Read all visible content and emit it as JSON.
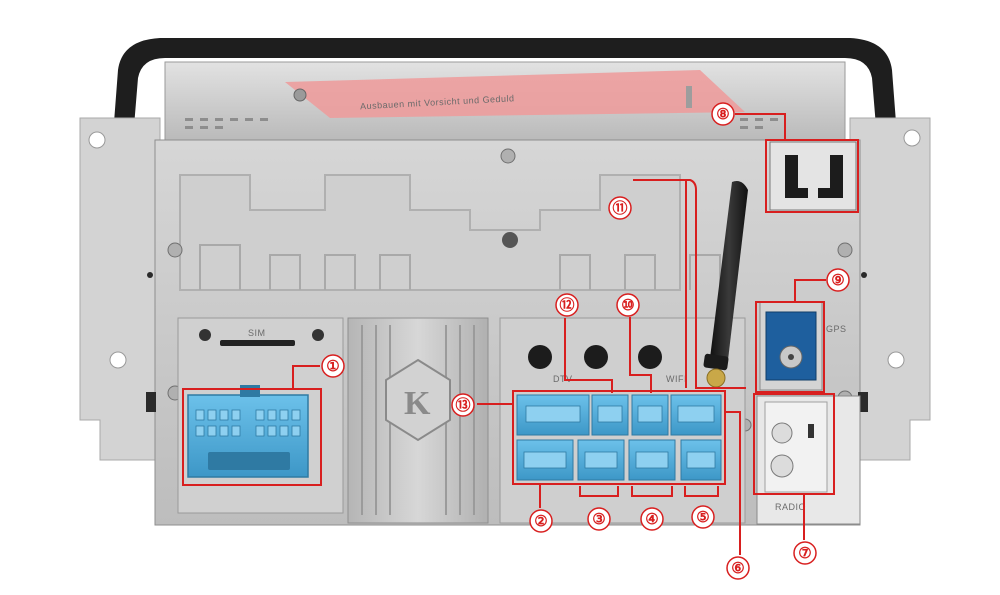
{
  "unit": {
    "sim_label": "SIM",
    "dtv_label": "DTV",
    "wifi_label": "WIFI",
    "gps_label": "GPS",
    "radio_label": "RADIO",
    "logo_letter": "K",
    "sticker_text": "Ausbauen mit Vorsicht und Geduld"
  },
  "callouts": [
    {
      "id": "c1",
      "label": "①"
    },
    {
      "id": "c2",
      "label": "②"
    },
    {
      "id": "c3",
      "label": "③"
    },
    {
      "id": "c4",
      "label": "④"
    },
    {
      "id": "c5",
      "label": "⑤"
    },
    {
      "id": "c6",
      "label": "⑥"
    },
    {
      "id": "c7",
      "label": "⑦"
    },
    {
      "id": "c8",
      "label": "⑧"
    },
    {
      "id": "c9",
      "label": "⑨"
    },
    {
      "id": "c10",
      "label": "⑩"
    },
    {
      "id": "c11",
      "label": "⑪"
    },
    {
      "id": "c12",
      "label": "⑫"
    },
    {
      "id": "c13",
      "label": "⑬"
    }
  ],
  "colors": {
    "callout": "#d81f1f",
    "connector": "#4da9d8",
    "chassis": "#c9c9c9",
    "frame": "#1e1e1e",
    "fakra_blue": "#1e5f9e",
    "antenna": "#1b1b1b"
  }
}
